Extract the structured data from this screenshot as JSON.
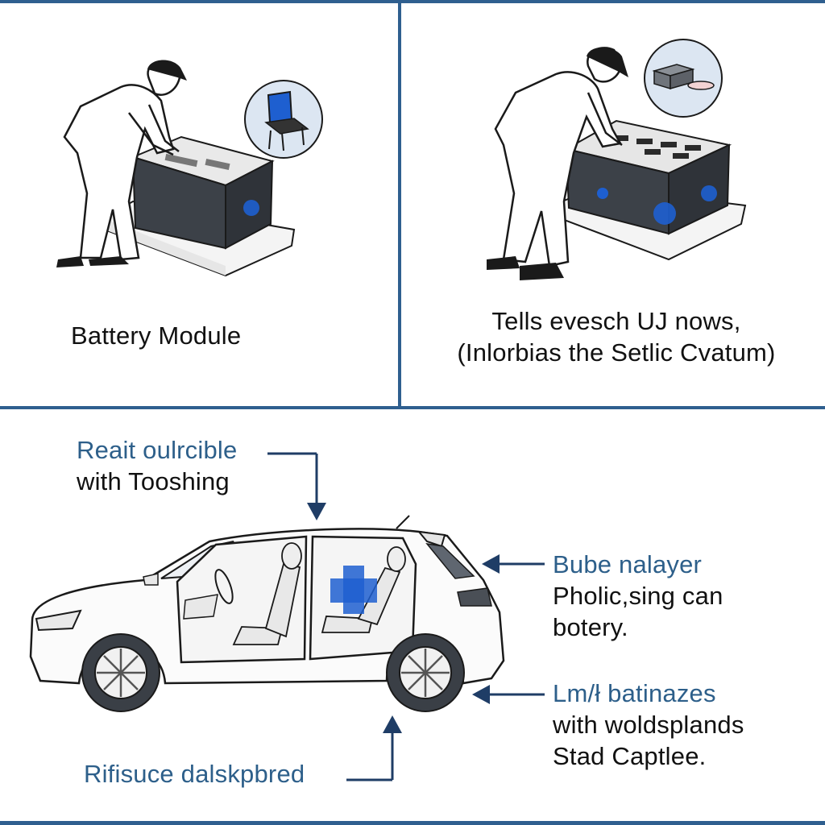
{
  "panels": {
    "top_left": {
      "caption": "Battery Module"
    },
    "top_right": {
      "caption_line1": "Tells evesch UJ nows,",
      "caption_line2": "(Inlorbias the Setlic Cvatum)"
    }
  },
  "bottom": {
    "callouts": {
      "top": {
        "line1": "Reait oulrcible",
        "line2": "with Tooshing"
      },
      "right_upper": {
        "line1": "Bube nalayer",
        "line2": "Pholic,sing can",
        "line3": "botery."
      },
      "right_lower": {
        "line1": "Lm/ł batinazes",
        "line2": "with woldsplands",
        "line3": "Stad Captlee."
      },
      "bottom": {
        "line1": "Rifisuce dalskpbred"
      }
    }
  },
  "colors": {
    "frame": "#2f5f8f",
    "accent_blue": "#1e5fd0",
    "label_blue": "#2d5f8a",
    "battery_dark": "#3a3f46",
    "line": "#1a1a1a"
  },
  "icons": {
    "laptop_badge": "laptop-icon",
    "module_badge": "battery-module-icon"
  }
}
